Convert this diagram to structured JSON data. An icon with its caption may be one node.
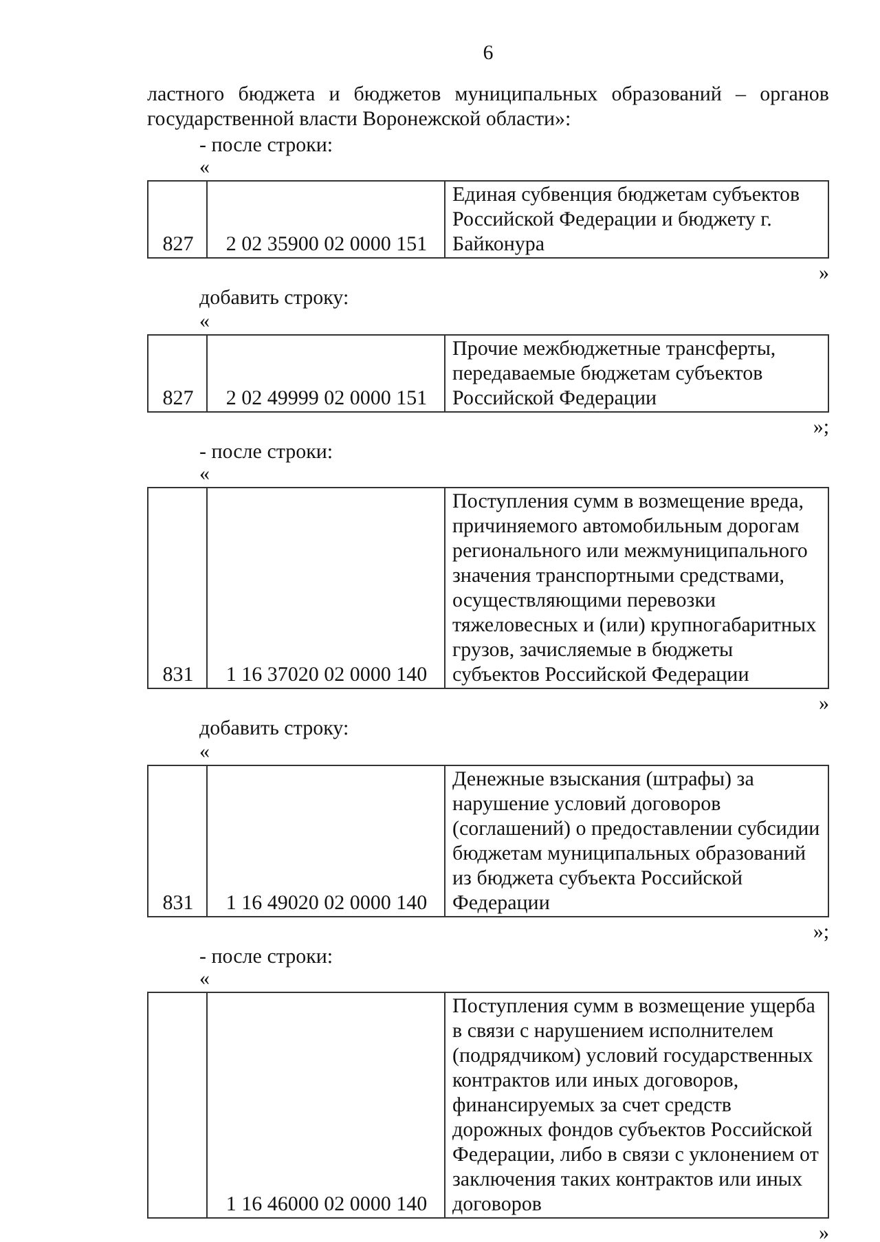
{
  "diagram": {
    "labels": [
      "6",
      "ластного бюджета и бюджетов муниципальных образований – органов государственной власти Воронежской области»:",
      "- после строки:",
      "«",
      "827",
      "2 02 35900 02 0000 151",
      "Единая субвенция бюджетам субъектов Российской Федерации и бюджету г. Байконура",
      "»",
      "добавить строку:",
      "«",
      "827",
      "2 02 49999 02 0000 151",
      "Прочие межбюджетные трансферты, передаваемые бюджетам субъектов Российской Федерации",
      "»;",
      "- после строки:",
      "«",
      "831",
      "1 16 37020 02 0000 140",
      "Поступления сумм в возмещение вреда, причиняемого автомобильным дорогам регионального или межмуниципального значения транспортными средствами, осуществляющими перевозки тяжеловесных и (или) крупногабаритных грузов, зачисляемые в бюджеты субъектов Российской Федерации",
      "»",
      "добавить строку:",
      "«",
      "831",
      "1 16 49020 02 0000 140",
      "Денежные взыскания (штрафы) за нарушение условий договоров (соглашений) о предоставлении субсидии бюджетам муниципальных образований из бюджета субъекта Российской Федерации",
      "»;",
      "- после строки:",
      "«",
      "1 16 46000 02 0000 140",
      "Поступления сумм в возмещение ущерба в связи с нарушением исполнителем (подрядчиком) условий государственных контрактов или иных договоров, финансируемых за счет средств дорожных фондов субъектов Российской Федерации, либо в связи с уклонением от заключения таких контрактов или иных договоров",
      "»"
    ]
  }
}
